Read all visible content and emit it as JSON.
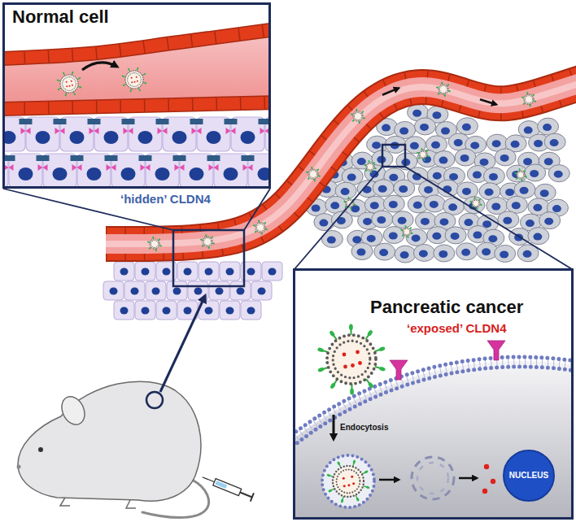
{
  "diagram": {
    "nodes": [
      {
        "text": [
          "Normal cell"
        ]
      },
      {
        "text": [
          "Pancreatic cancer",
          "‘exposed’ CLDN4",
          "Endocytosis"
        ]
      },
      {
        "text": [
          "NUCLEUS"
        ],
        "in": 1
      }
    ],
    "labels": [
      "‘hidden’ CLDN4"
    ]
  }
}
